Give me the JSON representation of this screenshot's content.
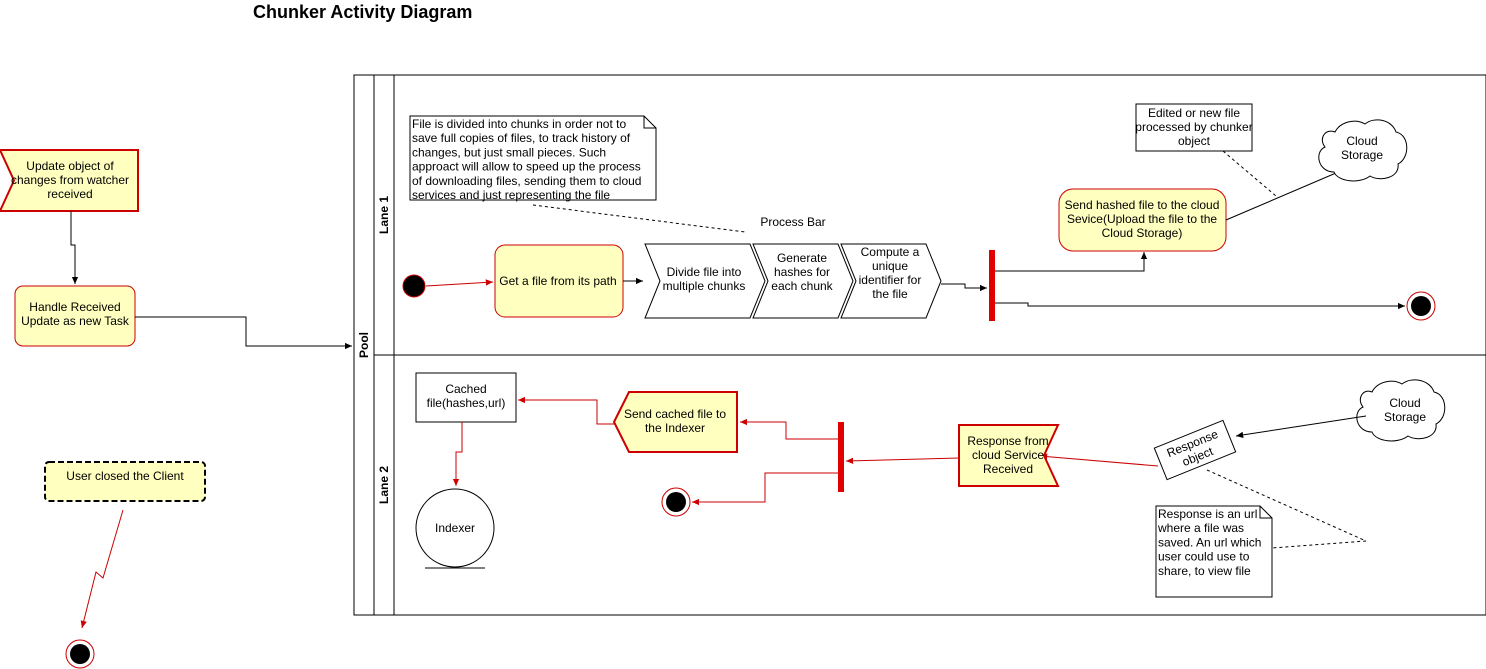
{
  "title": "Chunker Activity Diagram",
  "pool": {
    "label": "Pool"
  },
  "lanes": [
    {
      "label": "Lane 1"
    },
    {
      "label": "Lane 2"
    }
  ],
  "colors": {
    "node_fill": "#ffffc0",
    "node_stroke": "#cc0000",
    "edge_red": "#cc0000",
    "fork_bar": "#e00000",
    "line": "#000000"
  },
  "outside": {
    "update_signal": "Update object of|changes from watcher|received",
    "handle_task": "Handle Received|Update as new Task",
    "user_closed": "User closed the Client"
  },
  "lane1": {
    "note_chunks": "File is divided into chunks in order not to|save  full copies of files, to track history of|changes, but just small pieces. Such|approact will allow to speed up the process|of downloading files, sending them to cloud|services and just representing the file",
    "process_bar_label": "Process Bar",
    "get_file": "Get a file from its path",
    "divide_file": "Divide file into|multiple chunks",
    "generate_hashes": "Generate|hashes for|each chunk",
    "compute_id": "Compute a|unique|identifier for|the file",
    "send_hashed": "Send hashed file to the cloud|Sevice(Upload the file to the|Cloud Storage)",
    "note_edited": "Edited or new file|processed by chunker|object",
    "cloud": "Cloud|Storage"
  },
  "lane2": {
    "cached_file": "Cached|file(hashes,url)",
    "send_cached": "Send cached file to|the Indexer",
    "response_received": "Response from|cloud Service|Received",
    "response_object": "Response|object",
    "cloud": "Cloud|Storage",
    "indexer": "Indexer",
    "note_response": "Response is an url|where a file was|saved. An url which|user could use to|share, to view file"
  }
}
